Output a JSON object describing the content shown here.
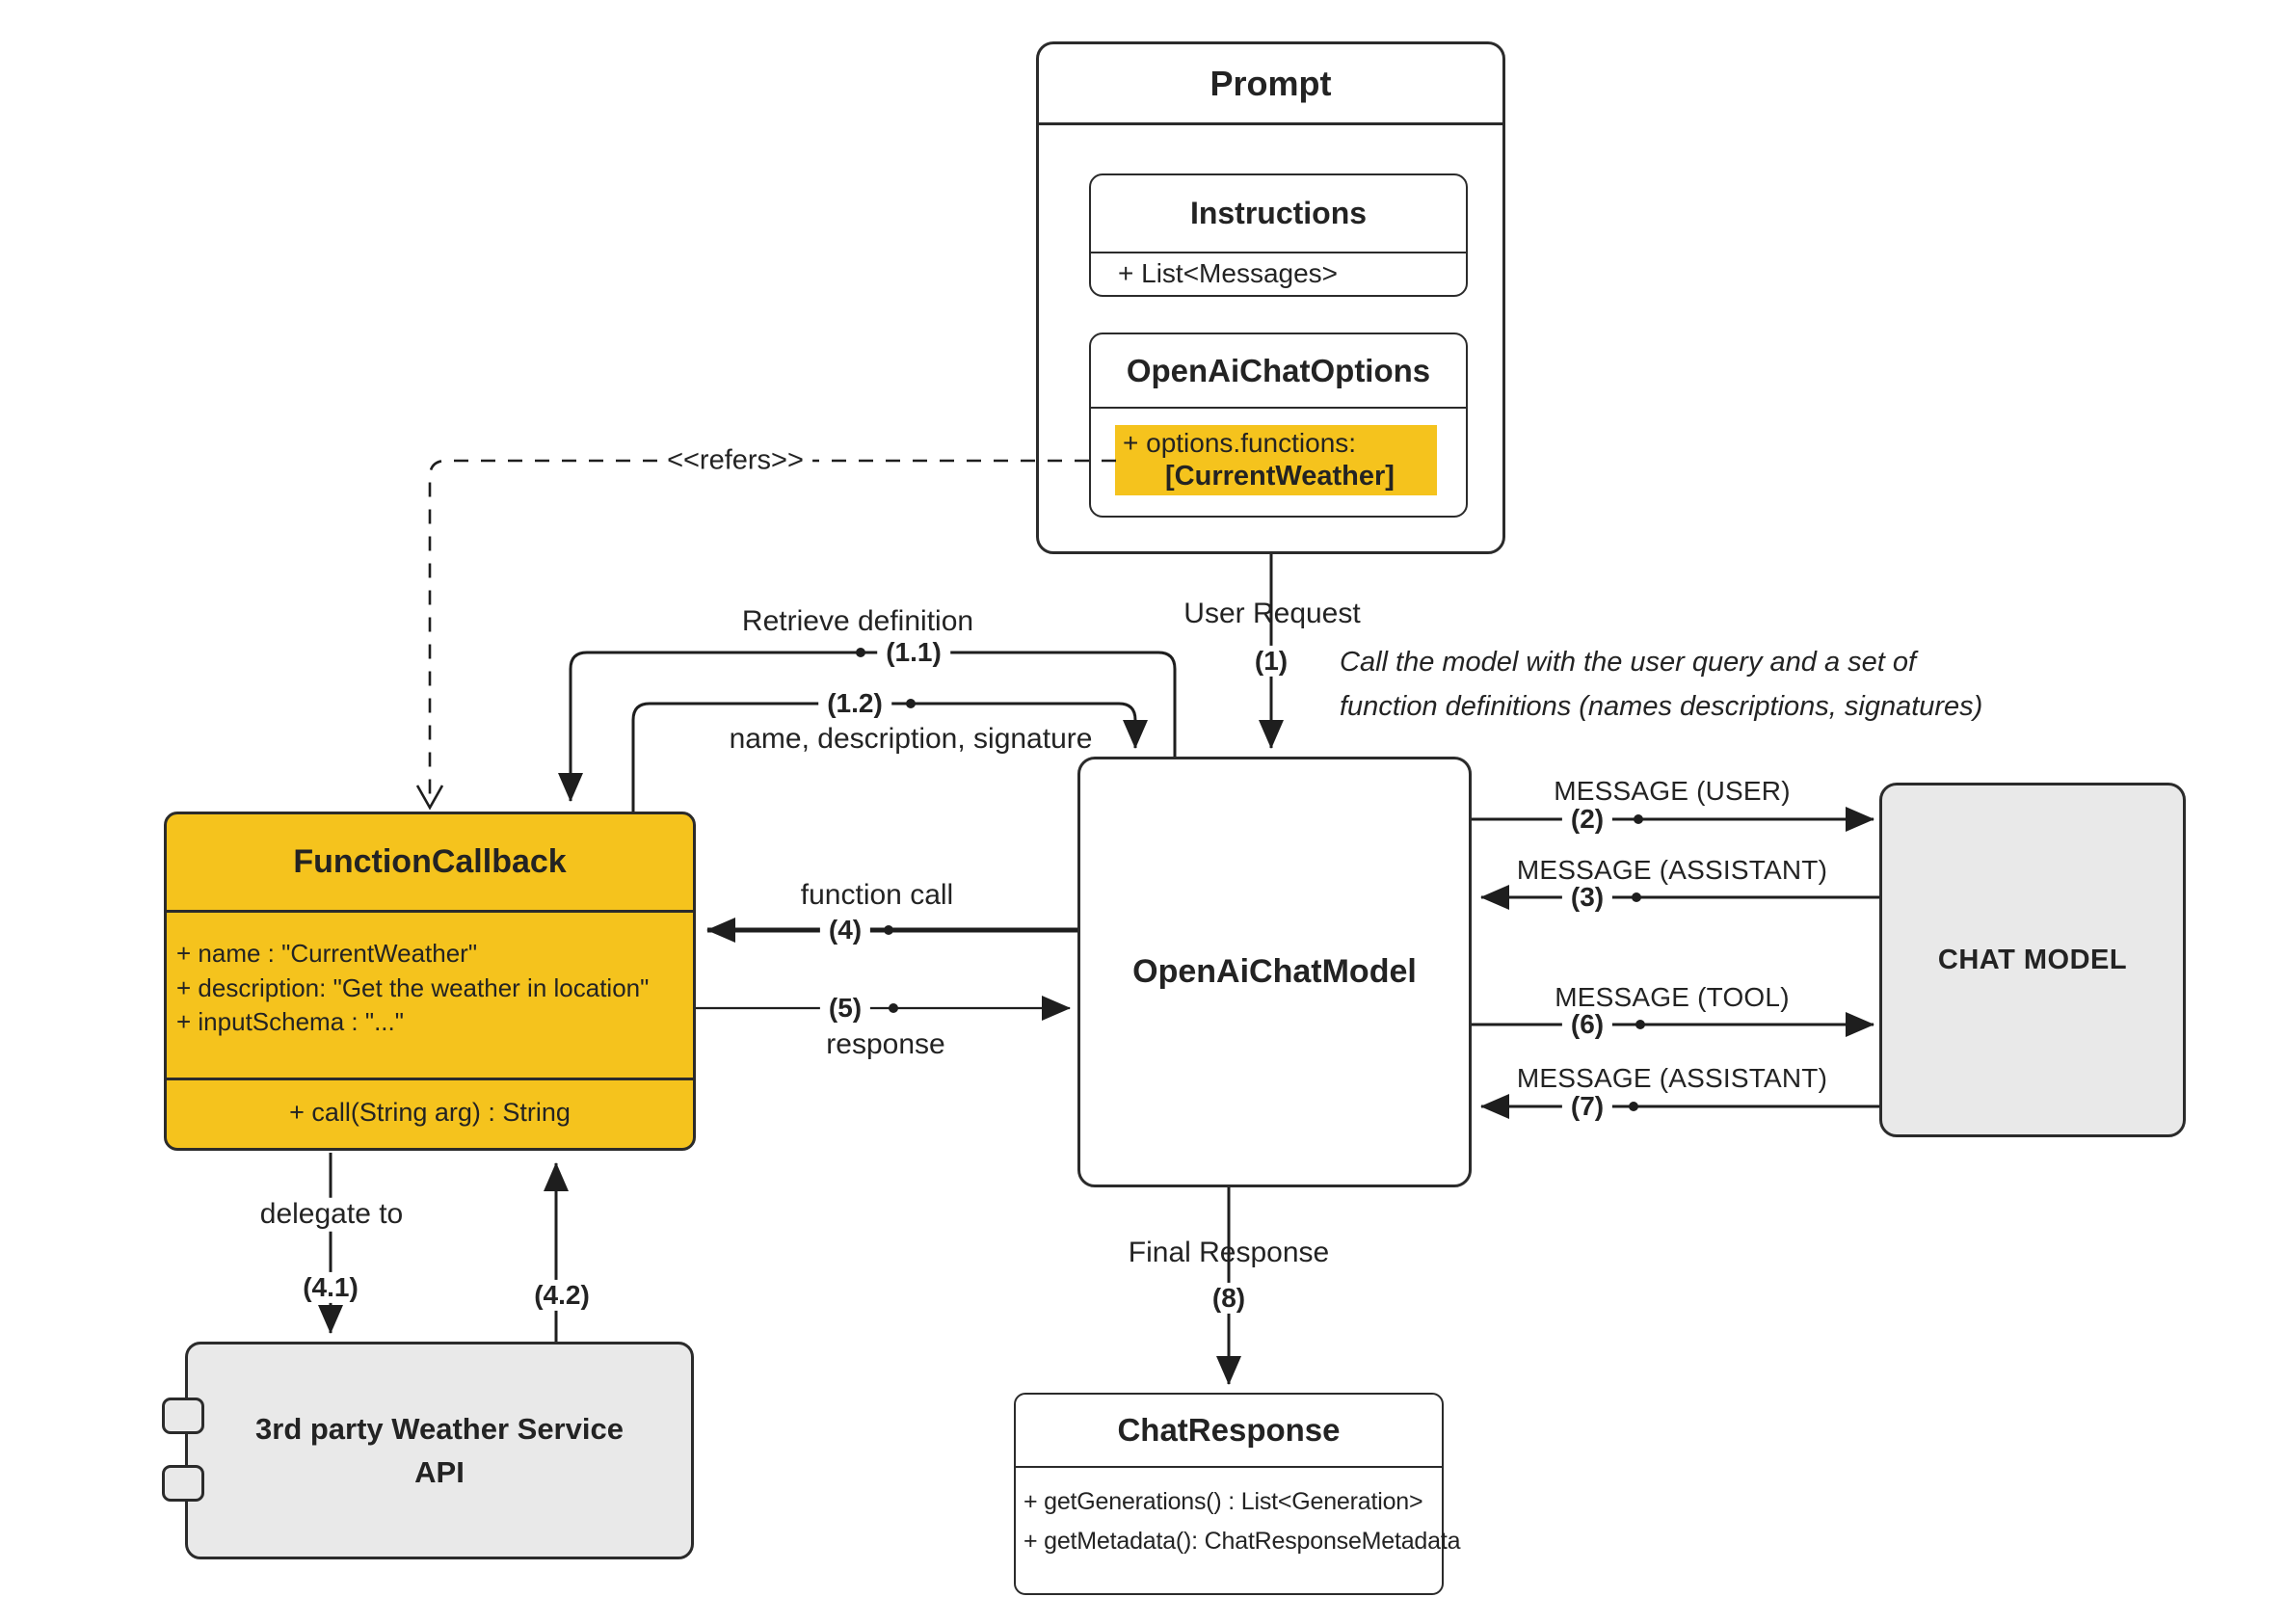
{
  "colors": {
    "accent_yellow": "#F5C31D",
    "box_gray": "#E9E9E9",
    "line_dark": "#1e1e1e",
    "background": "#ffffff"
  },
  "prompt": {
    "title": "Prompt",
    "instructions": {
      "title": "Instructions",
      "attr": "+ List<Messages>"
    },
    "options": {
      "title": "OpenAiChatOptions",
      "attr": "+ options.functions:",
      "attr_value": "[CurrentWeather]"
    }
  },
  "function_callback": {
    "title": "FunctionCallback",
    "attrs": [
      "+ name : \"CurrentWeather\"",
      "+ description: \"Get the weather in location\"",
      "+ inputSchema : \"...\""
    ],
    "method": "+ call(String arg) : String"
  },
  "open_ai_chat_model": {
    "title": "OpenAiChatModel"
  },
  "chat_model": {
    "title": "CHAT MODEL"
  },
  "weather_api": {
    "line1": "3rd party Weather Service",
    "line2": "API"
  },
  "chat_response": {
    "title": "ChatResponse",
    "methods": [
      "+ getGenerations() : List<Generation>",
      "+ getMetadata(): ChatResponseMetadata"
    ]
  },
  "edges": {
    "refers": "<<refers>>",
    "user_request": {
      "label": "User Request",
      "step": "(1)"
    },
    "annotation": {
      "line1": "Call the model with the user query and a set of",
      "line2": "function definitions (names descriptions, signatures)"
    },
    "retrieve_definition": {
      "label": "Retrieve definition",
      "step": "(1.1)"
    },
    "signature": {
      "step": "(1.2)",
      "label": "name, description, signature"
    },
    "function_call": {
      "label": "function call",
      "step": "(4)"
    },
    "response": {
      "step": "(5)",
      "label": "response"
    },
    "message_user": {
      "label": "MESSAGE (USER)",
      "step": "(2)"
    },
    "message_assistant_3": {
      "label": "MESSAGE (ASSISTANT)",
      "step": "(3)"
    },
    "message_tool": {
      "label": "MESSAGE (TOOL)",
      "step": "(6)"
    },
    "message_assistant_7": {
      "label": "MESSAGE (ASSISTANT)",
      "step": "(7)"
    },
    "final_response": {
      "label": "Final Response",
      "step": "(8)"
    },
    "delegate": {
      "label": "delegate to",
      "step_down": "(4.1)",
      "step_up": "(4.2)"
    }
  }
}
